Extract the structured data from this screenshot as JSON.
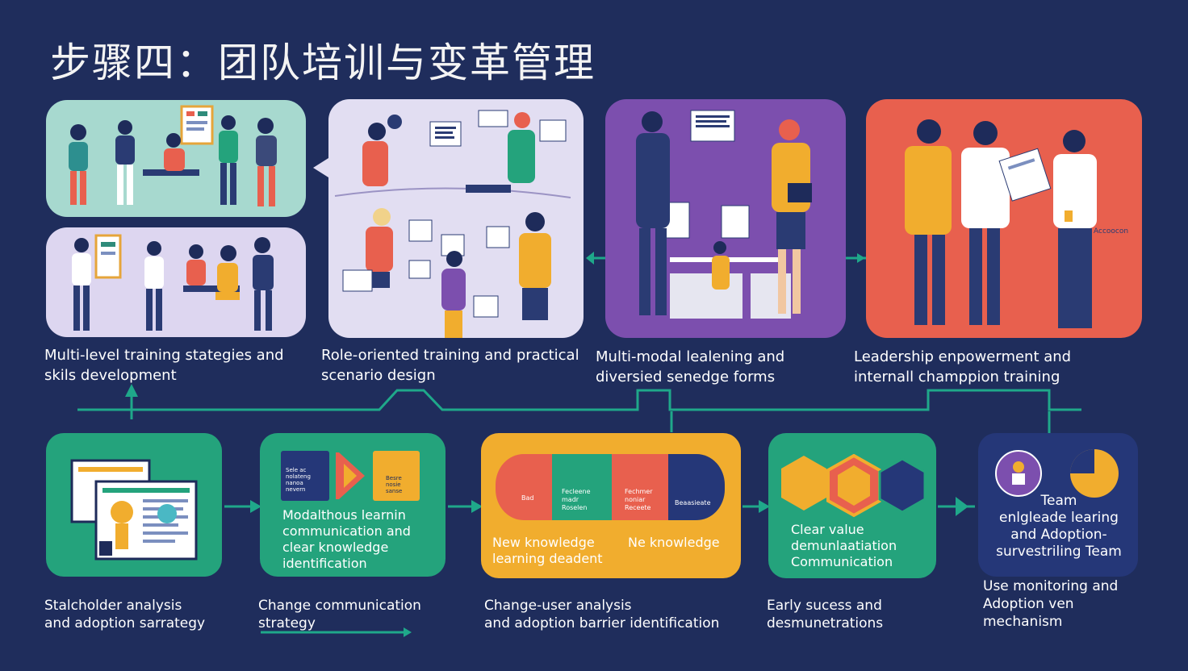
{
  "title": "步骤四：团队培训与变革管理",
  "top_captions": [
    "Multi-level training stategies and\nskils development",
    "Role-oriented training and practical\nscenario design",
    "Multi-modal lealening and\ndiversied senedge forms",
    "Leadership enpowerment  and\ninternall champpion training"
  ],
  "panel4_corner_text": "Accoocon",
  "bottom_boxes": [
    {
      "text": ""
    },
    {
      "text": "Modalthous learnin\ncommunication and\nclear knowledge\nidentification",
      "tiles": [
        "Sele ac\nnolateng\nnanoa\nnevern",
        "",
        "Besre\nnosie\nsanse"
      ]
    },
    {
      "text_left": "New knowledge\nlearning deadent",
      "text_right": "Ne knowledge",
      "tiles": [
        "Bad",
        "Fecleene\nmadr\nRoselen",
        "Fechmer\nnoniar\nReceete",
        "Beaasieate"
      ]
    },
    {
      "text": "Clear  value\ndemunlaatiation\nCommunication"
    },
    {
      "text": "Team\nenlgleade learing\nand  Adoption-\nsurvestriling Team"
    }
  ],
  "bottom_captions": [
    "Stalcholder analysis\nand adoption sarrategy",
    "Change communication\nstrategy",
    "Change-user analysis\nand adoption barrier identification",
    "Early sucess and\ndesmunetrations",
    "Use monitoring and\nAdoption  ven\nmechanism"
  ],
  "colors": {
    "background": "#1f2d5c",
    "teal": "#24a37c",
    "orange": "#f1ad2e",
    "purple": "#7c4fae",
    "coral": "#e8604e",
    "connector": "#1fa88a"
  }
}
